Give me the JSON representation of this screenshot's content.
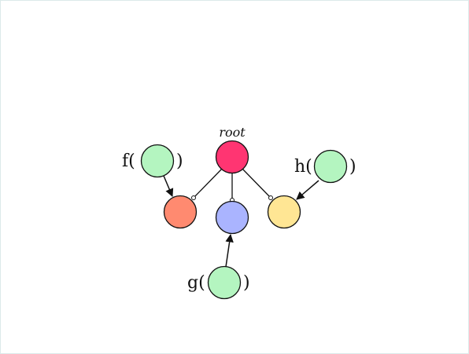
{
  "diagram": {
    "root_label": "root",
    "functions": [
      {
        "id": "f",
        "open": "f(",
        "close": ")"
      },
      {
        "id": "g",
        "open": "g(",
        "close": ")"
      },
      {
        "id": "h",
        "open": "h(",
        "close": ")"
      }
    ],
    "colors": {
      "root": "#ff3572",
      "child_left": "#ff8a70",
      "child_mid": "#aab4ff",
      "child_right": "#ffe694",
      "arg": "#b4f5c0",
      "stroke": "#111111"
    }
  }
}
